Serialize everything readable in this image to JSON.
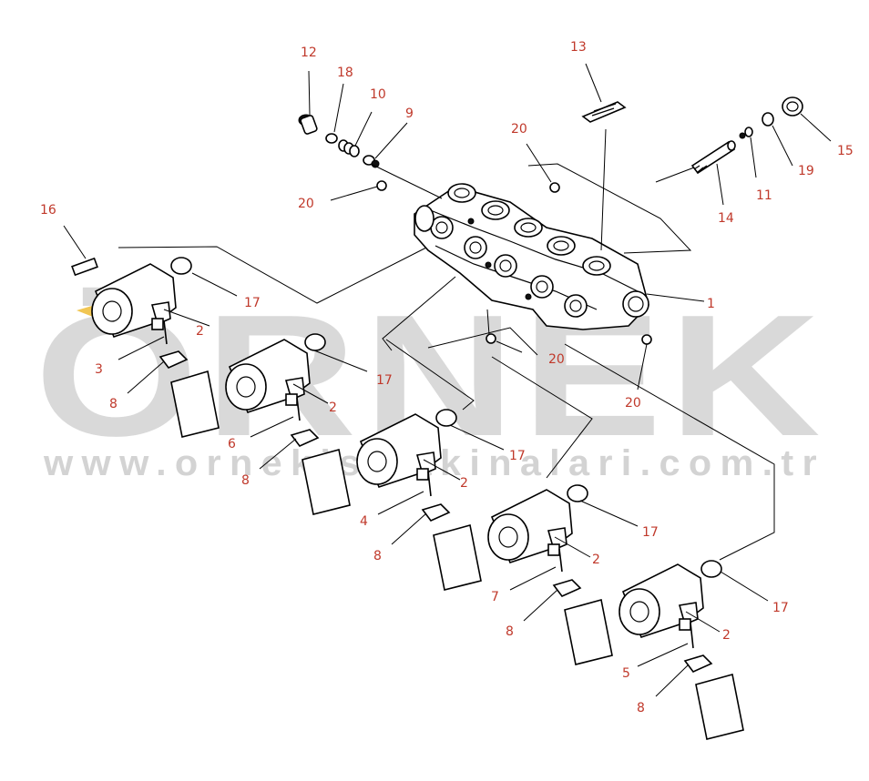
{
  "watermark": {
    "brand": "ÖRNEK",
    "url": "www.ornekismakinalari.com.tr",
    "accent_color": "#f0c040",
    "text_color": "#d3d3d3"
  },
  "callout_color": "#c0392b",
  "callouts": [
    {
      "id": "c12",
      "label": "12"
    },
    {
      "id": "c18",
      "label": "18"
    },
    {
      "id": "c10",
      "label": "10"
    },
    {
      "id": "c9",
      "label": "9"
    },
    {
      "id": "c13",
      "label": "13"
    },
    {
      "id": "c20a",
      "label": "20"
    },
    {
      "id": "c20b",
      "label": "20"
    },
    {
      "id": "c20c",
      "label": "20"
    },
    {
      "id": "c20d",
      "label": "20"
    },
    {
      "id": "c15",
      "label": "15"
    },
    {
      "id": "c19",
      "label": "19"
    },
    {
      "id": "c11",
      "label": "11"
    },
    {
      "id": "c14",
      "label": "14"
    },
    {
      "id": "c1",
      "label": "1"
    },
    {
      "id": "c16",
      "label": "16"
    },
    {
      "id": "c17a",
      "label": "17"
    },
    {
      "id": "c17b",
      "label": "17"
    },
    {
      "id": "c17c",
      "label": "17"
    },
    {
      "id": "c17d",
      "label": "17"
    },
    {
      "id": "c17e",
      "label": "17"
    },
    {
      "id": "c2a",
      "label": "2"
    },
    {
      "id": "c2b",
      "label": "2"
    },
    {
      "id": "c2c",
      "label": "2"
    },
    {
      "id": "c2d",
      "label": "2"
    },
    {
      "id": "c2e",
      "label": "2"
    },
    {
      "id": "c3",
      "label": "3"
    },
    {
      "id": "c6",
      "label": "6"
    },
    {
      "id": "c4",
      "label": "4"
    },
    {
      "id": "c7",
      "label": "7"
    },
    {
      "id": "c5",
      "label": "5"
    },
    {
      "id": "c8a",
      "label": "8"
    },
    {
      "id": "c8b",
      "label": "8"
    },
    {
      "id": "c8c",
      "label": "8"
    },
    {
      "id": "c8d",
      "label": "8"
    },
    {
      "id": "c8e",
      "label": "8"
    }
  ]
}
